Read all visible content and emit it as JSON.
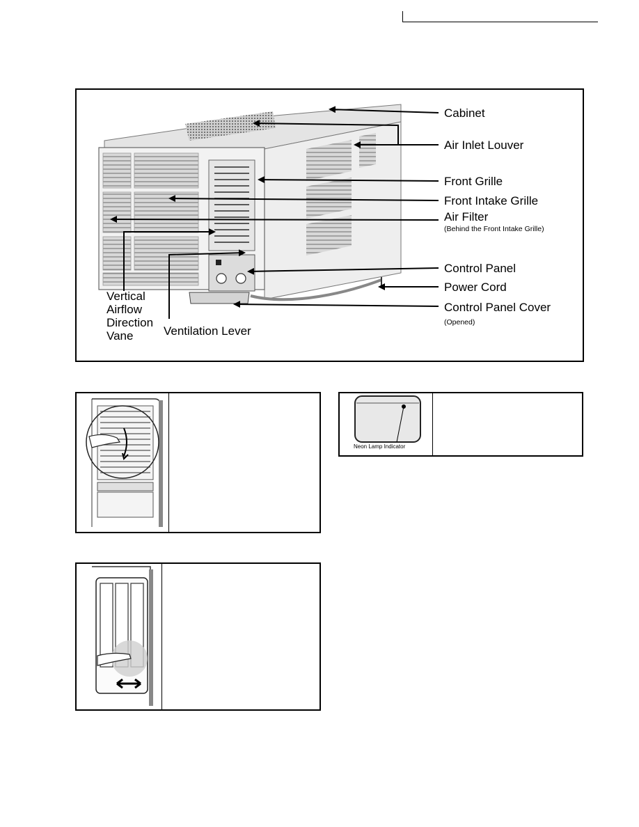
{
  "diagram": {
    "labels": {
      "cabinet": "Cabinet",
      "air_inlet_louver": "Air Inlet Louver",
      "front_grille": "Front Grille",
      "front_intake_grille": "Front Intake Grille",
      "air_filter": "Air Filter",
      "air_filter_note": "(Behind the Front Intake Grille)",
      "control_panel": "Control Panel",
      "power_cord": "Power Cord",
      "control_panel_cover": "Control Panel Cover",
      "control_panel_cover_note": "(Opened)",
      "vertical_vane_line1": "Vertical",
      "vertical_vane_line2": "Airflow",
      "vertical_vane_line3": "Direction",
      "vertical_vane_line4": "Vane",
      "ventilation_lever": "Ventilation Lever"
    }
  },
  "neon_panel": {
    "caption": "Neon Lamp Indicator"
  }
}
